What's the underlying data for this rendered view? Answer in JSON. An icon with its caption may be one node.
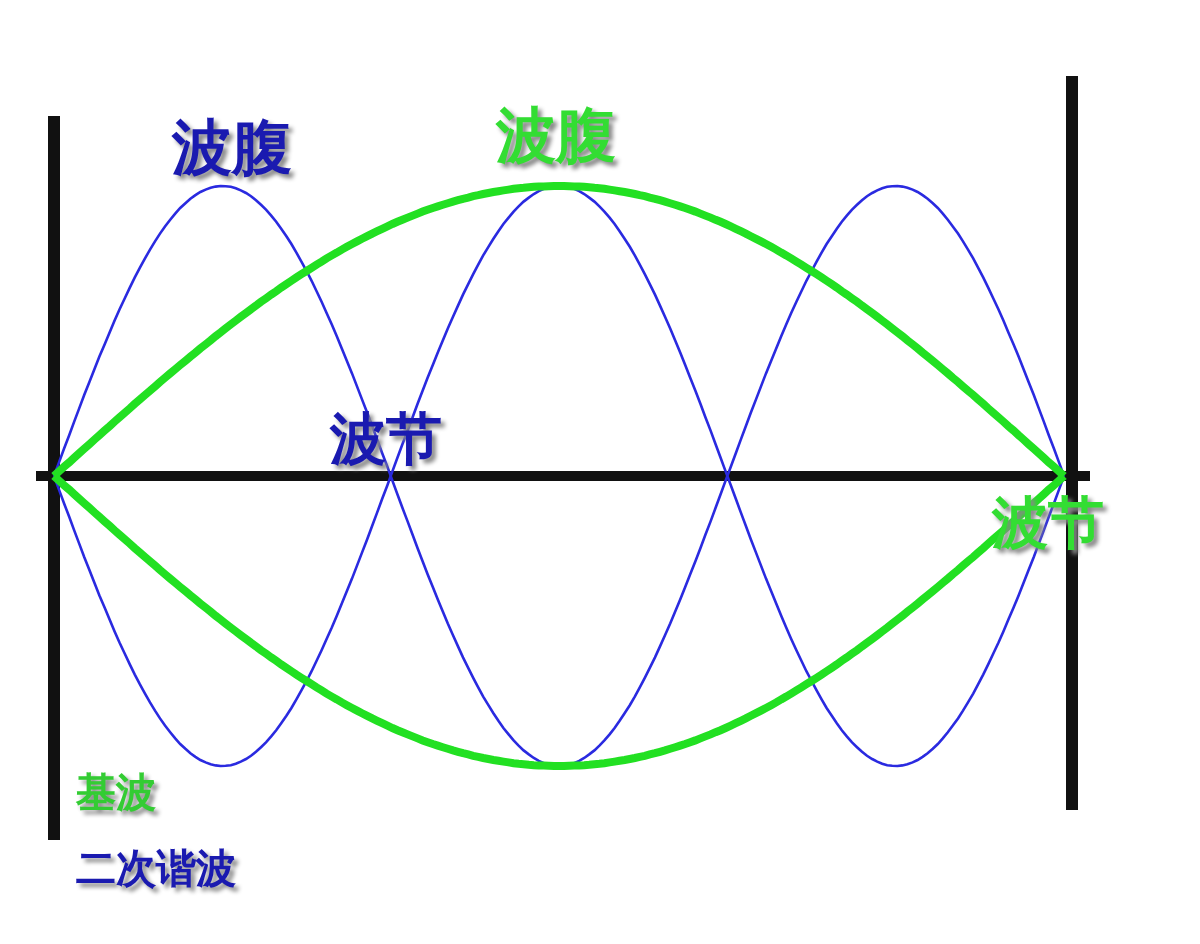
{
  "diagram": {
    "labels": [
      "波腹",
      "波腹",
      "波节",
      "波节",
      "基波",
      "二次谐波"
    ]
  }
}
